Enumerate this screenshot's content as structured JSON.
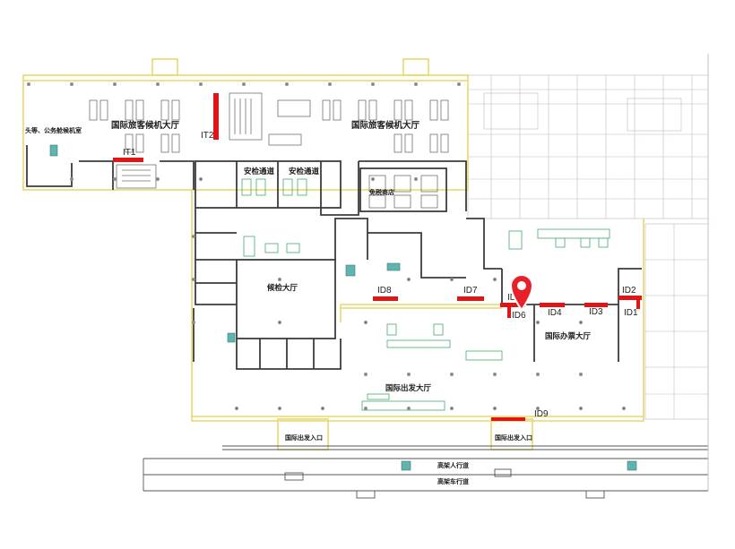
{
  "map": {
    "halls": {
      "checkin_left": "国际旅客候机大厅",
      "checkin_right": "国际旅客候机大厅",
      "vip_room": "头等、公务舱候机室",
      "security_1": "安检通道",
      "security_2": "安检通道",
      "duty_free": "免税商店",
      "inspection": "候检大厅",
      "ticketing": "国际办票大厅",
      "departure": "国际出发大厅",
      "entrance_1": "国际出发入口",
      "entrance_2": "国际出发入口",
      "sidewalk": "高架人行道",
      "roadway": "高架车行道"
    },
    "gates": {
      "it1": "IT1",
      "it2": "IT2",
      "id1": "ID1",
      "id2": "ID2",
      "id3": "ID3",
      "id4": "ID4",
      "id5": "ID5",
      "id6": "ID6",
      "id7": "ID7",
      "id8": "ID8",
      "id9": "ID9"
    },
    "colors": {
      "wall": "#e8d96a",
      "structure": "#3c3c3c",
      "gate_marker": "#e01616",
      "pin": "#e8202a",
      "grid": "#c9b7b7",
      "fixtures": "#58b57a",
      "water": "#5fb4ad"
    },
    "icons": {
      "pin": "map-pin-icon"
    }
  }
}
